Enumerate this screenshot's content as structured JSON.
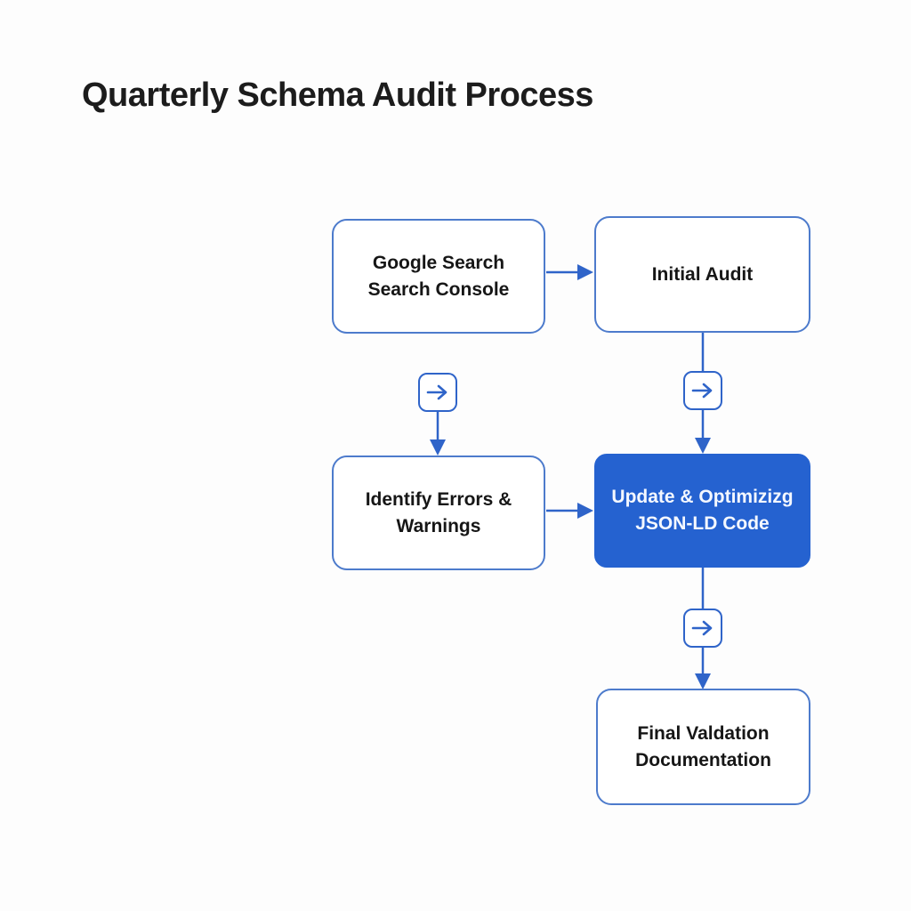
{
  "title": "Quarterly Schema Audit Process",
  "colors": {
    "accent": "#2f64c9",
    "node_border": "#4d7bcc",
    "node_fill": "#ffffff",
    "filled_node_fill": "#2562d0",
    "text_dark": "#161616",
    "text_light": "#f4f8ff",
    "background": "#fdfdfd"
  },
  "nodes": {
    "google": {
      "line1": "Google Search",
      "line2": "Search Console"
    },
    "initial": {
      "line1": "Initial Audit",
      "line2": ""
    },
    "identify": {
      "line1": "Identify Errors &",
      "line2": "Warnings"
    },
    "update": {
      "line1": "Update & Optimizizg",
      "line2": "JSON-LD Code"
    },
    "final": {
      "line1": "Final Valdation",
      "line2": "Documentation"
    }
  },
  "icons": {
    "step_icon": "arrow-right-icon"
  }
}
